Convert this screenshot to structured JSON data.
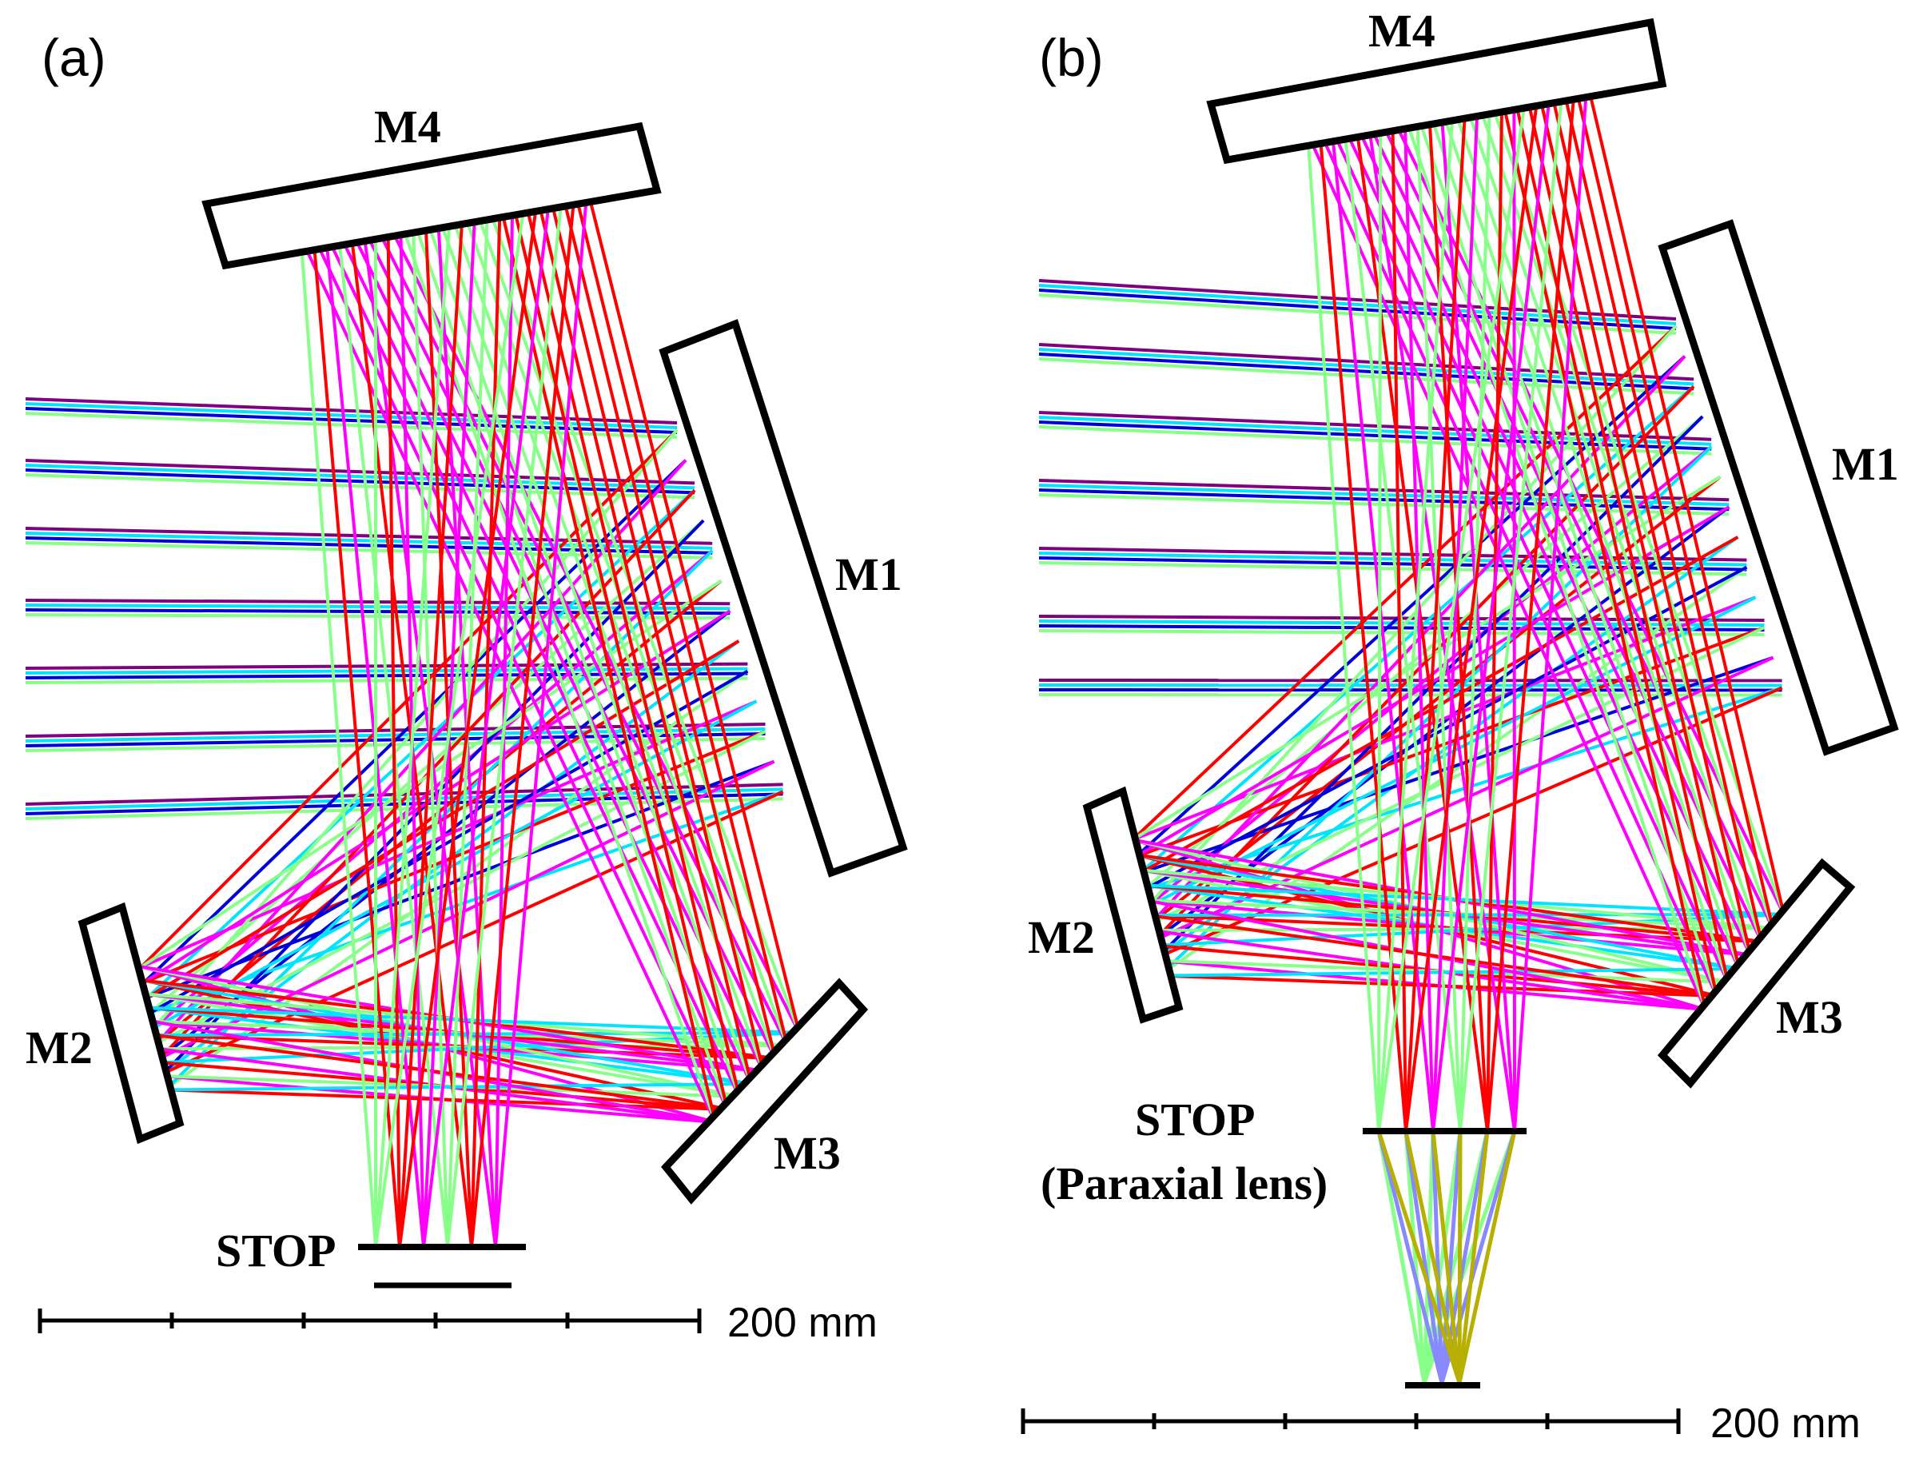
{
  "panels": [
    {
      "id": "a",
      "label": "(a)",
      "mirrors": {
        "m1": "M1",
        "m2": "M2",
        "m3": "M3",
        "m4": "M4"
      },
      "stop_label": "STOP",
      "stop_sublabel": "",
      "scale_label": "200 mm"
    },
    {
      "id": "b",
      "label": "(b)",
      "mirrors": {
        "m1": "M1",
        "m2": "M2",
        "m3": "M3",
        "m4": "M4"
      },
      "stop_label": "STOP",
      "stop_sublabel": "(Paraxial lens)",
      "scale_label": "200 mm"
    }
  ],
  "colors": {
    "field_1": "#ff00ff",
    "field_2": "#88ff88",
    "field_3": "#ff0000",
    "field_4": "#0000dd",
    "field_5": "#00e5ff",
    "field_6": "#800080",
    "field_7": "#8888ff",
    "field_8": "#b8b000",
    "mirror_outline": "#000000",
    "mirror_fill": "#ffffff"
  }
}
